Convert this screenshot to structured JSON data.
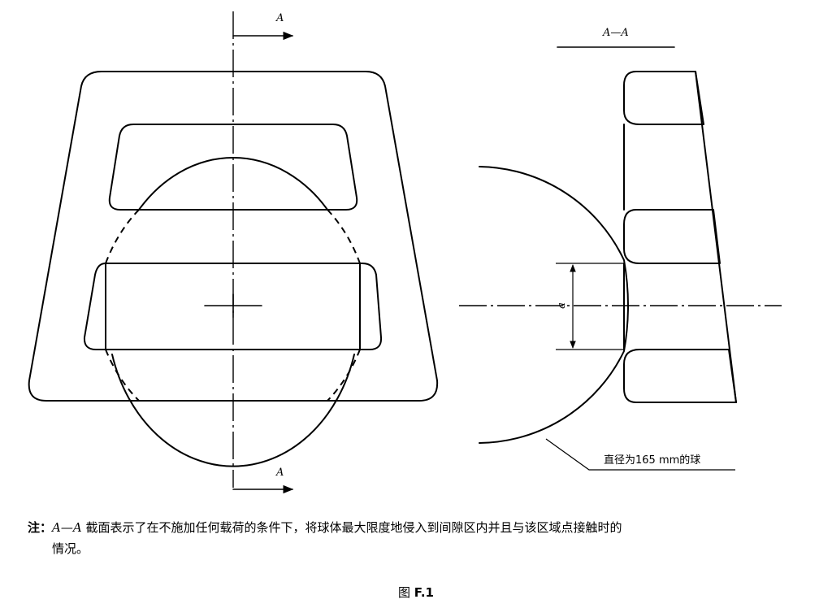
{
  "section_labels": {
    "cut_marker_top": "A",
    "cut_marker_bottom": "A",
    "section_title": "A—A"
  },
  "dimension_label": "a",
  "callout_label": "直径为165 mm的球",
  "note": {
    "head": "注：",
    "section_ref": "A—A",
    "line1_text": " 截面表示了在不施加任何载荷的条件下，将球体最大限度地侵入到间隙区内并且与该区域点接触时的",
    "line2_text": "情况。"
  },
  "caption": {
    "prefix": "图 ",
    "number": "F.1"
  }
}
